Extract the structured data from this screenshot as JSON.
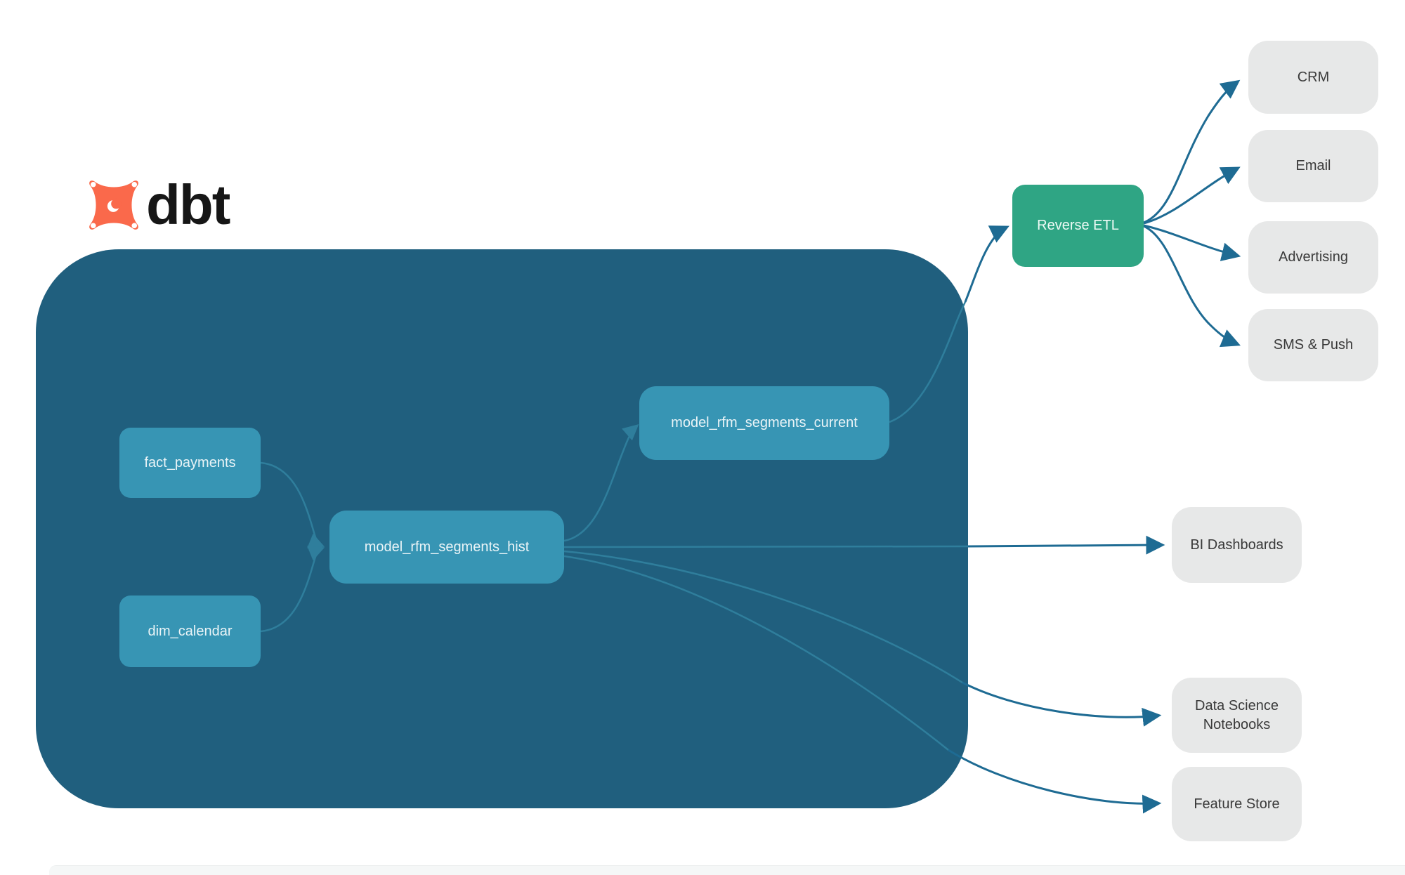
{
  "logo": {
    "text": "dbt"
  },
  "colors": {
    "container": "#205f7e",
    "model_node": "#3795b4",
    "reverse_etl_node": "#2fa584",
    "destination_node": "#e7e8e8",
    "edge_outside": "#1e6b93",
    "edge_inside": "#2f7e9c",
    "logo_orange": "#fa694b",
    "label_dark": "#3a3a3a",
    "label_light": "#eaf4f7"
  },
  "nodes": {
    "fact_payments": {
      "label": "fact_payments"
    },
    "dim_calendar": {
      "label": "dim_calendar"
    },
    "model_rfm_segments_hist": {
      "label": "model_rfm_segments_hist"
    },
    "model_rfm_segments_current": {
      "label": "model_rfm_segments_current"
    },
    "reverse_etl": {
      "label": "Reverse ETL"
    },
    "crm": {
      "label": "CRM"
    },
    "email": {
      "label": "Email"
    },
    "advertising": {
      "label": "Advertising"
    },
    "sms_push": {
      "label": "SMS & Push"
    },
    "bi_dashboards": {
      "label": "BI Dashboards"
    },
    "data_science_notebooks": {
      "label": "Data Science Notebooks"
    },
    "feature_store": {
      "label": "Feature Store"
    }
  },
  "edges": [
    {
      "from": "fact_payments",
      "to": "model_rfm_segments_hist"
    },
    {
      "from": "dim_calendar",
      "to": "model_rfm_segments_hist"
    },
    {
      "from": "model_rfm_segments_hist",
      "to": "model_rfm_segments_current"
    },
    {
      "from": "model_rfm_segments_current",
      "to": "reverse_etl"
    },
    {
      "from": "model_rfm_segments_hist",
      "to": "bi_dashboards"
    },
    {
      "from": "model_rfm_segments_hist",
      "to": "data_science_notebooks"
    },
    {
      "from": "model_rfm_segments_hist",
      "to": "feature_store"
    },
    {
      "from": "reverse_etl",
      "to": "crm"
    },
    {
      "from": "reverse_etl",
      "to": "email"
    },
    {
      "from": "reverse_etl",
      "to": "advertising"
    },
    {
      "from": "reverse_etl",
      "to": "sms_push"
    }
  ]
}
